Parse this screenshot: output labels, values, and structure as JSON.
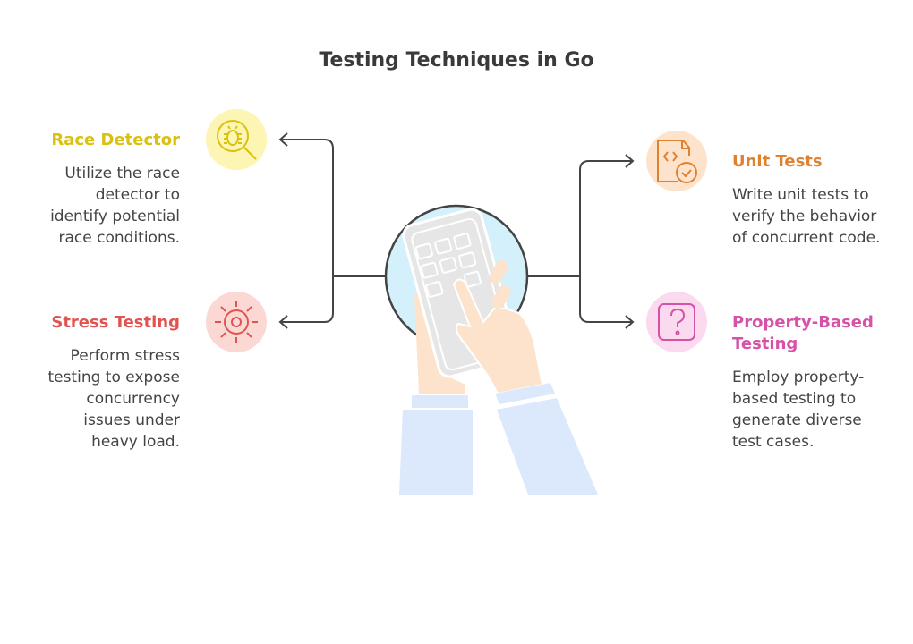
{
  "title": "Testing Techniques in Go",
  "items": [
    {
      "title": "Race Detector",
      "description": "Utilize the race detector to identify potential race conditions.",
      "icon": "bug-magnifier-icon",
      "color": "#d8c10f",
      "bg": "#fdf5b3"
    },
    {
      "title": "Stress Testing",
      "description": "Perform stress testing to expose concurrency issues under heavy load.",
      "icon": "virus-gear-icon",
      "color": "#e05350",
      "bg": "#fcd8d5"
    },
    {
      "title": "Unit Tests",
      "description": "Write unit tests to verify the behavior of concurrent code.",
      "icon": "code-file-check-icon",
      "color": "#e0812f",
      "bg": "#fde3cc"
    },
    {
      "title": "Property-Based Testing",
      "description": "Employ property-based testing to generate diverse test cases.",
      "icon": "question-box-icon",
      "color": "#d651a8",
      "bg": "#fbdaf0"
    }
  ]
}
